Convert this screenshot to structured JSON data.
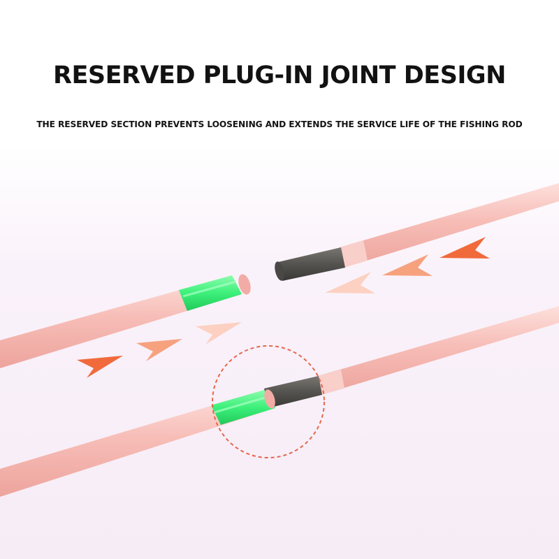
{
  "heading": "RESERVED PLUG-IN JOINT DESIGN",
  "subheading": "THE RESERVED SECTION PREVENTS LOOSENING AND EXTENDS THE SERVICE LIFE OF THE FISHING ROD",
  "colors": {
    "rod_pink": "#f6b9b4",
    "rod_highlight": "#fde0dc",
    "sleeve_green": "#3cf07a",
    "insert_gray": "#55534f",
    "arrow_orange": "#f06a3c",
    "dashed_circle": "#e5674a"
  },
  "icons": {
    "arrows": "chevron-arrowhead-icon",
    "circle": "dashed-highlight-circle"
  }
}
